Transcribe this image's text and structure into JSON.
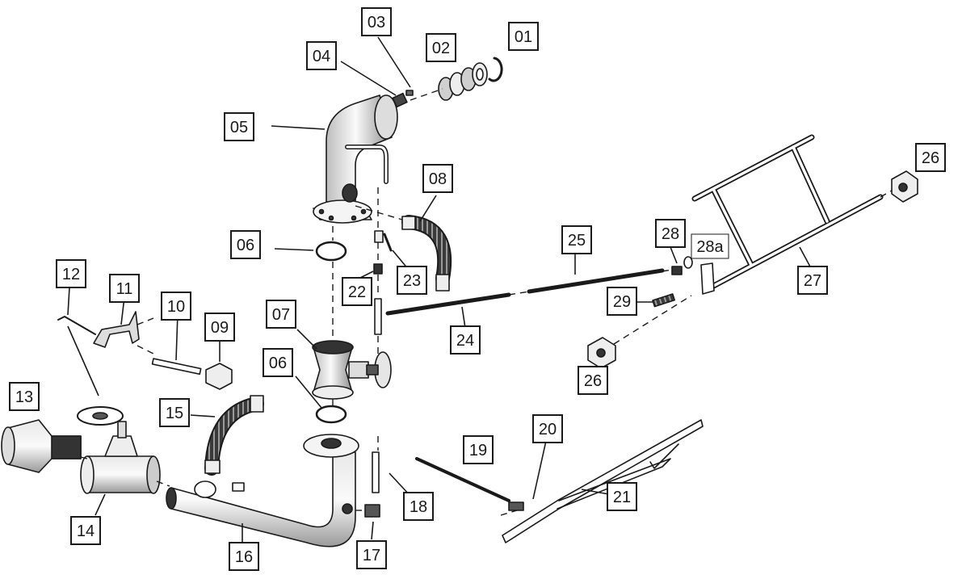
{
  "diagram": {
    "callouts": [
      "01",
      "02",
      "03",
      "04",
      "05",
      "06",
      "06",
      "07",
      "08",
      "09",
      "10",
      "11",
      "12",
      "13",
      "14",
      "15",
      "16",
      "17",
      "18",
      "19",
      "20",
      "21",
      "22",
      "23",
      "24",
      "25",
      "26",
      "26",
      "27",
      "28",
      "28a",
      "29"
    ]
  },
  "colors": {
    "line": "#1a1a1a",
    "shade": "#9a9a9a",
    "dark": "#2e2e2e",
    "light": "#d9d9d9",
    "paper": "#ffffff"
  }
}
